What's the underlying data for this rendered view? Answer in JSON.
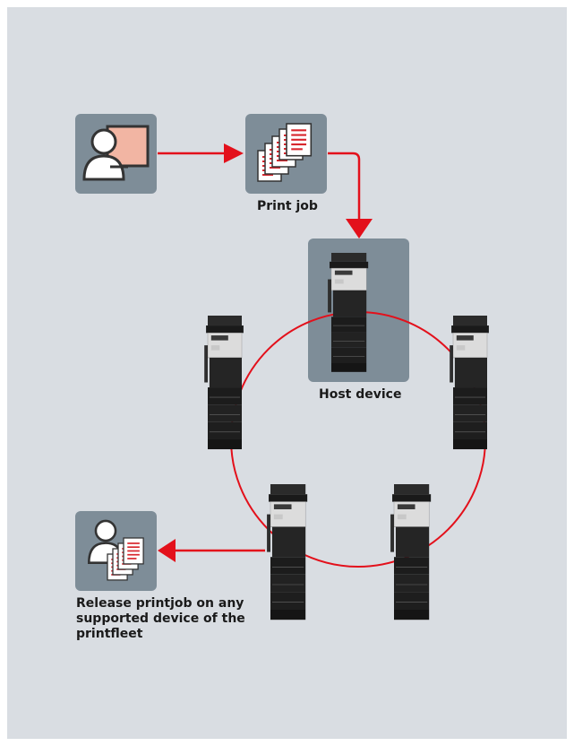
{
  "labels": {
    "print_job": "Print job",
    "host_device": "Host device",
    "release_line1": "Release printjob on any",
    "release_line2": "supported device of the",
    "release_line3": "printfleet"
  },
  "icons": {
    "user_computer": "user-at-computer-icon",
    "documents": "document-stack-icon",
    "printer": "multifunction-printer-icon",
    "user_documents": "user-with-documents-icon"
  },
  "colors": {
    "panel": "#d9dde2",
    "tile": "#7e8d98",
    "arrow": "#e3101b"
  }
}
